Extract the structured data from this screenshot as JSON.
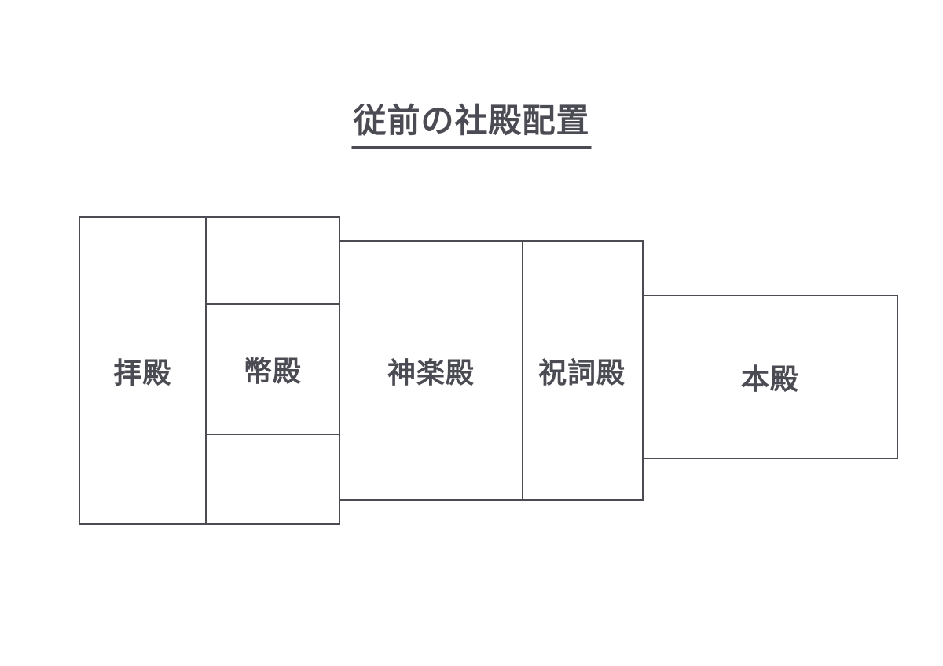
{
  "title": "従前の社殿配置",
  "colors": {
    "line": "#4b4b54",
    "text": "#4b4b54",
    "background": "#ffffff"
  },
  "buildings": {
    "haiden": {
      "label": "拝殿"
    },
    "heiden": {
      "label": "幣殿"
    },
    "kagura": {
      "label": "神楽殿"
    },
    "norito": {
      "label": "祝詞殿"
    },
    "honden": {
      "label": "本殿"
    }
  }
}
